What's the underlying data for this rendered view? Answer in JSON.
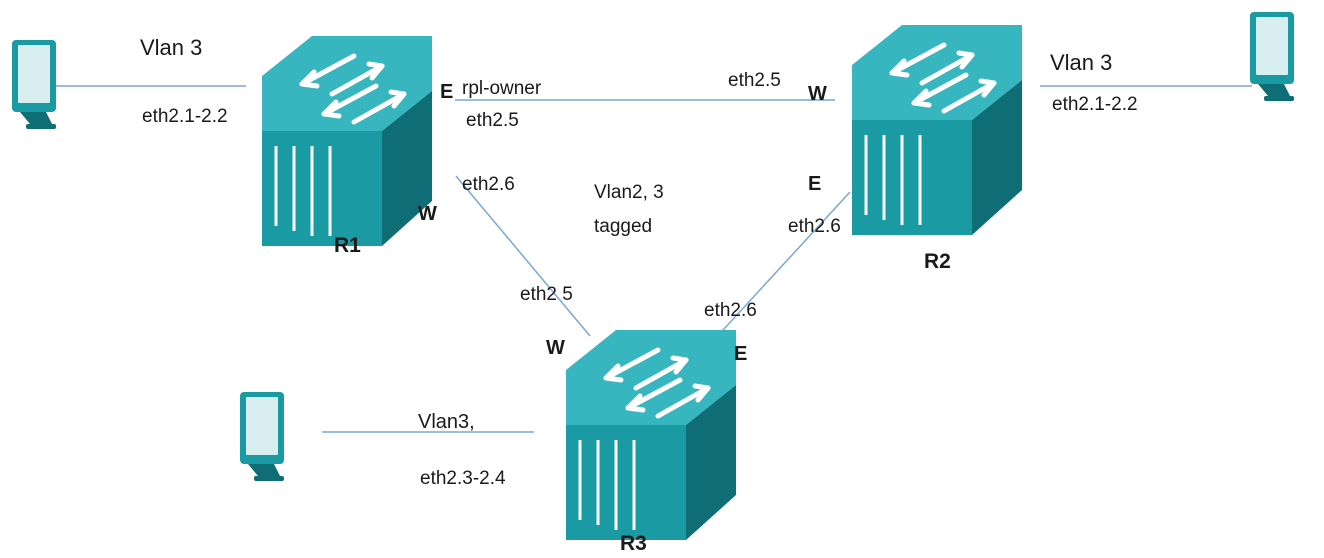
{
  "colors": {
    "device": "#1a9aa3",
    "device_dark": "#0e6d75",
    "device_light": "#38b6bf",
    "link": "#7aa7d9"
  },
  "routers": {
    "r1": {
      "name": "R1",
      "icon": "switch-icon"
    },
    "r2": {
      "name": "R2",
      "icon": "switch-icon"
    },
    "r3": {
      "name": "R3",
      "icon": "switch-icon"
    }
  },
  "hosts": {
    "icon": "monitor-icon"
  },
  "labels": {
    "r1_vlan": "Vlan 3",
    "r1_host_port": "eth2.1-2.2",
    "r1_east": "E",
    "r1_rpl_owner": "rpl-owner",
    "r1_east_port": "eth2.5",
    "r1_west_port": "eth2.6",
    "r1_west": "W",
    "r2_west_port": "eth2.5",
    "r2_west": "W",
    "r2_vlan": "Vlan 3",
    "r2_host_port": "eth2.1-2.2",
    "r2_east": "E",
    "r2_east_port": "eth2.6",
    "ring_vlan": "Vlan2, 3",
    "ring_tagged": "tagged",
    "r3_west_port": "eth2 5",
    "r3_east_port": "eth2.6",
    "r3_west": "W",
    "r3_east": "E",
    "r3_vlan": "Vlan3,",
    "r3_host_port": "eth2.3-2.4"
  }
}
